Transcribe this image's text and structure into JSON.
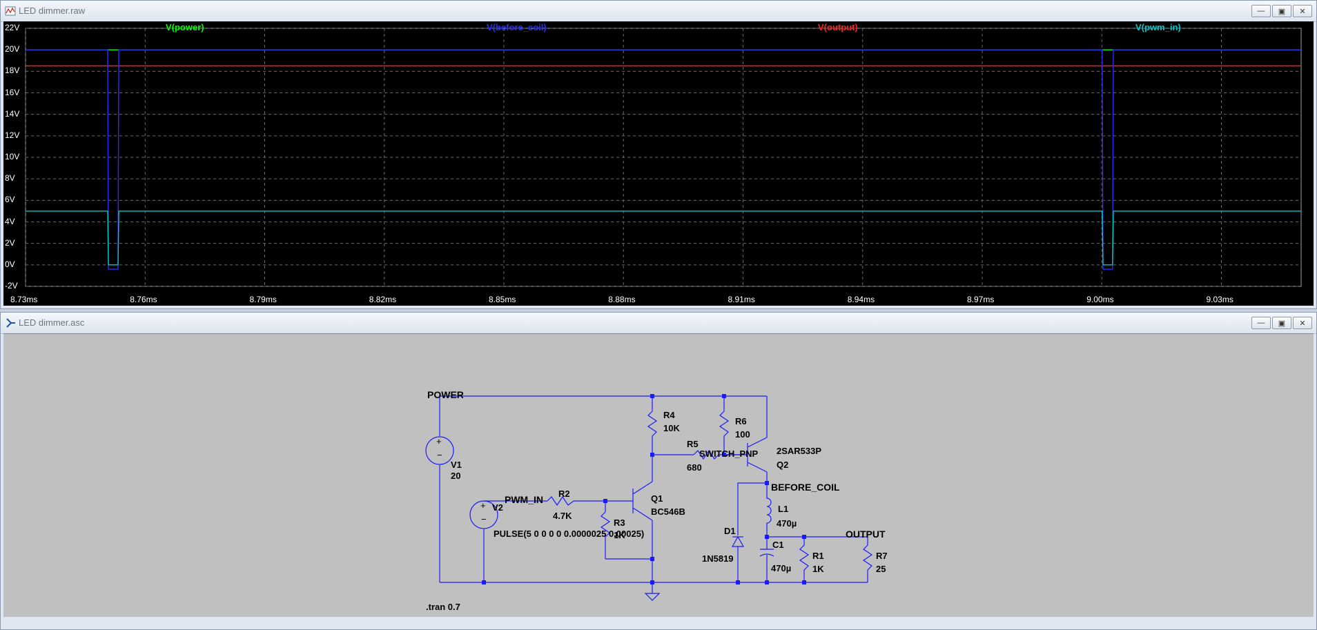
{
  "waveform_window": {
    "title": "LED dimmer.raw",
    "trace_labels": [
      {
        "text": "V(power)",
        "color": "#00ff00"
      },
      {
        "text": "V(before_coil)",
        "color": "#2b2bff"
      },
      {
        "text": "V(output)",
        "color": "#ff2020"
      },
      {
        "text": "V(pwm_in)",
        "color": "#00c8c8"
      }
    ],
    "y_ticks": [
      "22V",
      "20V",
      "18V",
      "16V",
      "14V",
      "12V",
      "10V",
      "8V",
      "6V",
      "4V",
      "2V",
      "0V",
      "-2V"
    ],
    "x_ticks": [
      "8.73ms",
      "8.76ms",
      "8.79ms",
      "8.82ms",
      "8.85ms",
      "8.88ms",
      "8.91ms",
      "8.94ms",
      "8.97ms",
      "9.00ms",
      "9.03ms"
    ]
  },
  "chart_data": {
    "type": "line",
    "xlabel": "",
    "ylabel": "",
    "xlim": [
      8.73,
      9.05
    ],
    "ylim": [
      -2,
      22
    ],
    "series": [
      {
        "name": "V(power)",
        "color": "#00ff00",
        "x": [
          8.73,
          9.05
        ],
        "y": [
          20,
          20
        ]
      },
      {
        "name": "V(output)",
        "color": "#ff2020",
        "x": [
          8.73,
          9.05
        ],
        "y": [
          18.5,
          18.5
        ]
      },
      {
        "name": "V(before_coil)",
        "color": "#2b2bff",
        "x": [
          8.73,
          8.7505,
          8.7506,
          8.7508,
          8.7532,
          8.7534,
          8.7536,
          9.0,
          9.0001,
          9.0003,
          9.0027,
          9.0029,
          9.0031,
          9.05
        ],
        "y": [
          20,
          20,
          20,
          -0.4,
          -0.4,
          20,
          20,
          20,
          20,
          -0.4,
          -0.4,
          20,
          20,
          20
        ]
      },
      {
        "name": "V(pwm_in)",
        "color": "#00c8c8",
        "x": [
          8.73,
          8.7506,
          8.7508,
          8.7532,
          8.7534,
          9.0001,
          9.0003,
          9.0027,
          9.0029,
          9.05
        ],
        "y": [
          5,
          5,
          0,
          0,
          5,
          5,
          0,
          0,
          5,
          5
        ]
      }
    ]
  },
  "schematic_window": {
    "title": "LED dimmer.asc",
    "labels": {
      "power": "POWER",
      "v1": "V1",
      "v1_val": "20",
      "v2": "V2",
      "pwm_in": "PWM_IN",
      "r2": "R2",
      "r2_val": "4.7K",
      "r3": "R3",
      "r3_val": "1K",
      "pulse": "PULSE(5 0 0 0 0 0.0000025 0.00025)",
      "r4": "R4",
      "r4_val": "10K",
      "q1": "Q1",
      "q1_model": "BC546B",
      "r5": "R5",
      "r5_val": "680",
      "switch_pnp": "SWITCH_PNP",
      "r6": "R6",
      "r6_val": "100",
      "q2_model": "2SAR533P",
      "q2": "Q2",
      "before_coil": "BEFORE_COIL",
      "l1": "L1",
      "l1_val": "470µ",
      "d1": "D1",
      "d1_model": "1N5819",
      "c1": "C1",
      "c1_val": "470µ",
      "r1": "R1",
      "r1_val": "1K",
      "output": "OUTPUT",
      "r7": "R7",
      "r7_val": "25",
      "tran": ".tran 0.7"
    }
  },
  "window_buttons": {
    "minimize": "—",
    "maximize": "▣",
    "close": "✕"
  }
}
